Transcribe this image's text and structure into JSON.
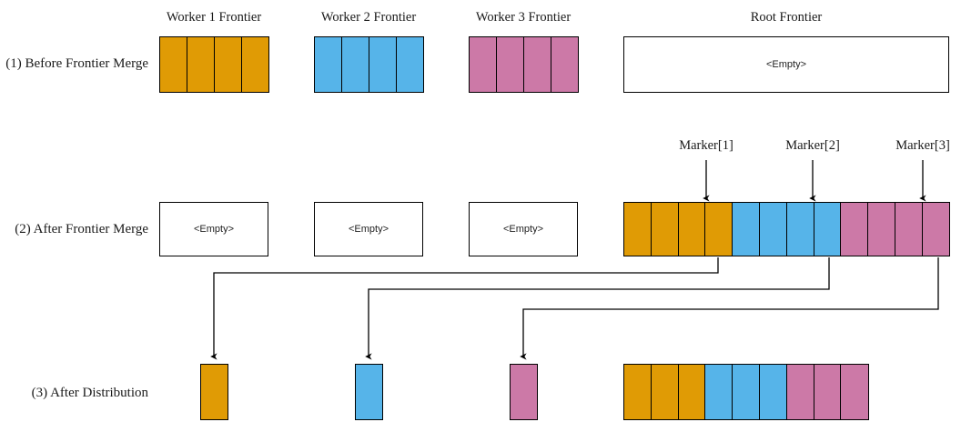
{
  "diagram": {
    "title_colors": {
      "orange": "#E09B05",
      "blue": "#56B4E9",
      "pink": "#CC79A7",
      "stroke": "#000000",
      "background": "#FFFFFF"
    },
    "empty_text": "<Empty>",
    "rows": [
      {
        "label": "(1) Before Frontier Merge"
      },
      {
        "label": "(2) After Frontier Merge"
      },
      {
        "label": "(3) After Distribution"
      }
    ],
    "column_titles": [
      "Worker 1 Frontier",
      "Worker 2 Frontier",
      "Worker 3 Frontier",
      "Root Frontier"
    ],
    "markers": [
      "Marker[1]",
      "Marker[2]",
      "Marker[3]"
    ],
    "row1": {
      "worker1_cells": [
        "orange",
        "orange",
        "orange",
        "orange"
      ],
      "worker2_cells": [
        "blue",
        "blue",
        "blue",
        "blue"
      ],
      "worker3_cells": [
        "pink",
        "pink",
        "pink",
        "pink"
      ],
      "root_state": "<Empty>"
    },
    "row2": {
      "worker1_state": "<Empty>",
      "worker2_state": "<Empty>",
      "worker3_state": "<Empty>",
      "root_cells": [
        "orange",
        "orange",
        "orange",
        "orange",
        "blue",
        "blue",
        "blue",
        "blue",
        "pink",
        "pink",
        "pink",
        "pink"
      ]
    },
    "row3": {
      "worker1_cells": [
        "orange"
      ],
      "worker2_cells": [
        "blue"
      ],
      "worker3_cells": [
        "pink"
      ],
      "root_cells": [
        "orange",
        "orange",
        "orange",
        "blue",
        "blue",
        "blue",
        "pink",
        "pink",
        "pink"
      ]
    }
  }
}
